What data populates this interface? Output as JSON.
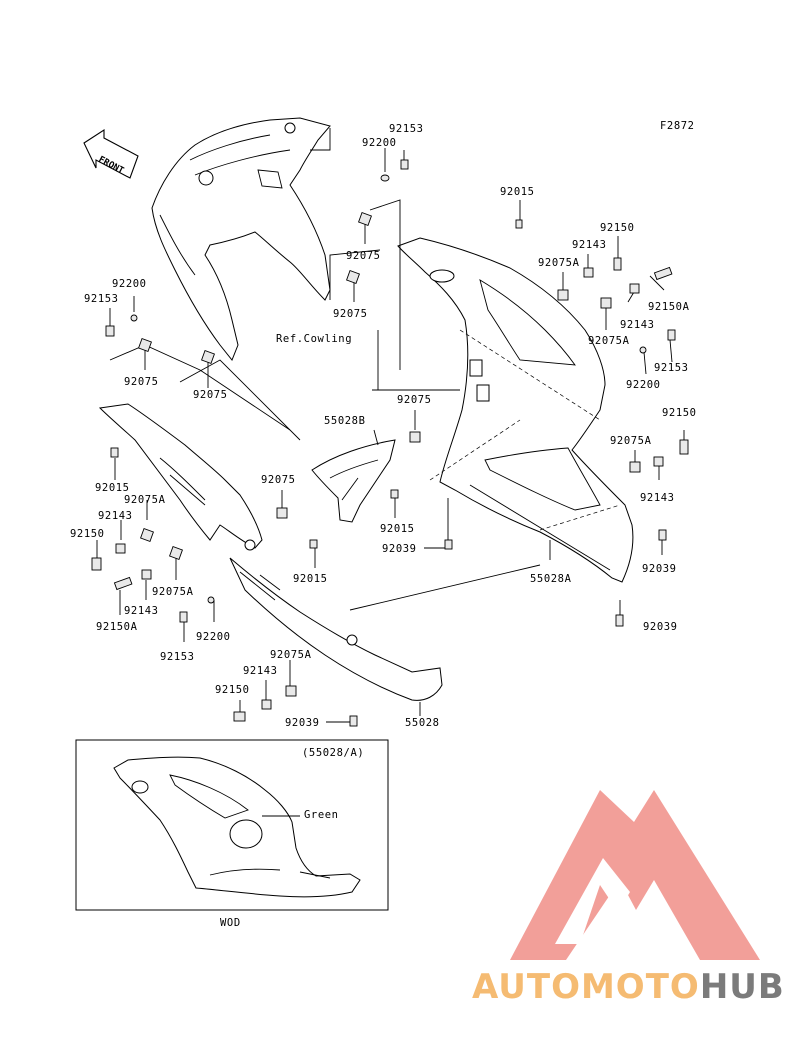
{
  "diagram": {
    "figure_code": "F2872",
    "front_arrow_text": "FRONT",
    "ref_note": "Ref.Cowling",
    "part_labels": [
      {
        "id": "p1",
        "text": "92153"
      },
      {
        "id": "p2",
        "text": "92200"
      },
      {
        "id": "p3",
        "text": "92015"
      },
      {
        "id": "p4",
        "text": "92150"
      },
      {
        "id": "p5",
        "text": "92143"
      },
      {
        "id": "p6",
        "text": "92075A"
      },
      {
        "id": "p7",
        "text": "92150A"
      },
      {
        "id": "p8",
        "text": "92075"
      },
      {
        "id": "p9",
        "text": "92075"
      },
      {
        "id": "p10",
        "text": "92143"
      },
      {
        "id": "p11",
        "text": "92075A"
      },
      {
        "id": "p12",
        "text": "92153"
      },
      {
        "id": "p13",
        "text": "92200"
      },
      {
        "id": "p14",
        "text": "92200"
      },
      {
        "id": "p15",
        "text": "92153"
      },
      {
        "id": "p16",
        "text": "92075"
      },
      {
        "id": "p17",
        "text": "92075"
      },
      {
        "id": "p18",
        "text": "92075"
      },
      {
        "id": "p19",
        "text": "55028B"
      },
      {
        "id": "p20",
        "text": "92150"
      },
      {
        "id": "p21",
        "text": "92075A"
      },
      {
        "id": "p22",
        "text": "92143"
      },
      {
        "id": "p23",
        "text": "92015"
      },
      {
        "id": "p24",
        "text": "92075A"
      },
      {
        "id": "p25",
        "text": "92143"
      },
      {
        "id": "p26",
        "text": "92150"
      },
      {
        "id": "p27",
        "text": "92075"
      },
      {
        "id": "p28",
        "text": "92015"
      },
      {
        "id": "p29",
        "text": "92039"
      },
      {
        "id": "p30",
        "text": "55028A"
      },
      {
        "id": "p31",
        "text": "92039"
      },
      {
        "id": "p32",
        "text": "92015"
      },
      {
        "id": "p33",
        "text": "92075A"
      },
      {
        "id": "p34",
        "text": "92143"
      },
      {
        "id": "p35",
        "text": "92150A"
      },
      {
        "id": "p36",
        "text": "92200"
      },
      {
        "id": "p37",
        "text": "92153"
      },
      {
        "id": "p38",
        "text": "92039"
      },
      {
        "id": "p39",
        "text": "92075A"
      },
      {
        "id": "p40",
        "text": "92143"
      },
      {
        "id": "p41",
        "text": "92150"
      },
      {
        "id": "p42",
        "text": "92039"
      },
      {
        "id": "p43",
        "text": "55028"
      }
    ],
    "inset": {
      "part_ref": "(55028/A)",
      "color_callout": "Green",
      "caption": "WOD"
    }
  },
  "watermark": {
    "brand_part1": "AUTOMOTO",
    "brand_part2": "HUB",
    "colors": {
      "logo_red": "#f19a94",
      "text_orange": "#f5bb72",
      "text_gray": "#7b7b7b"
    }
  }
}
